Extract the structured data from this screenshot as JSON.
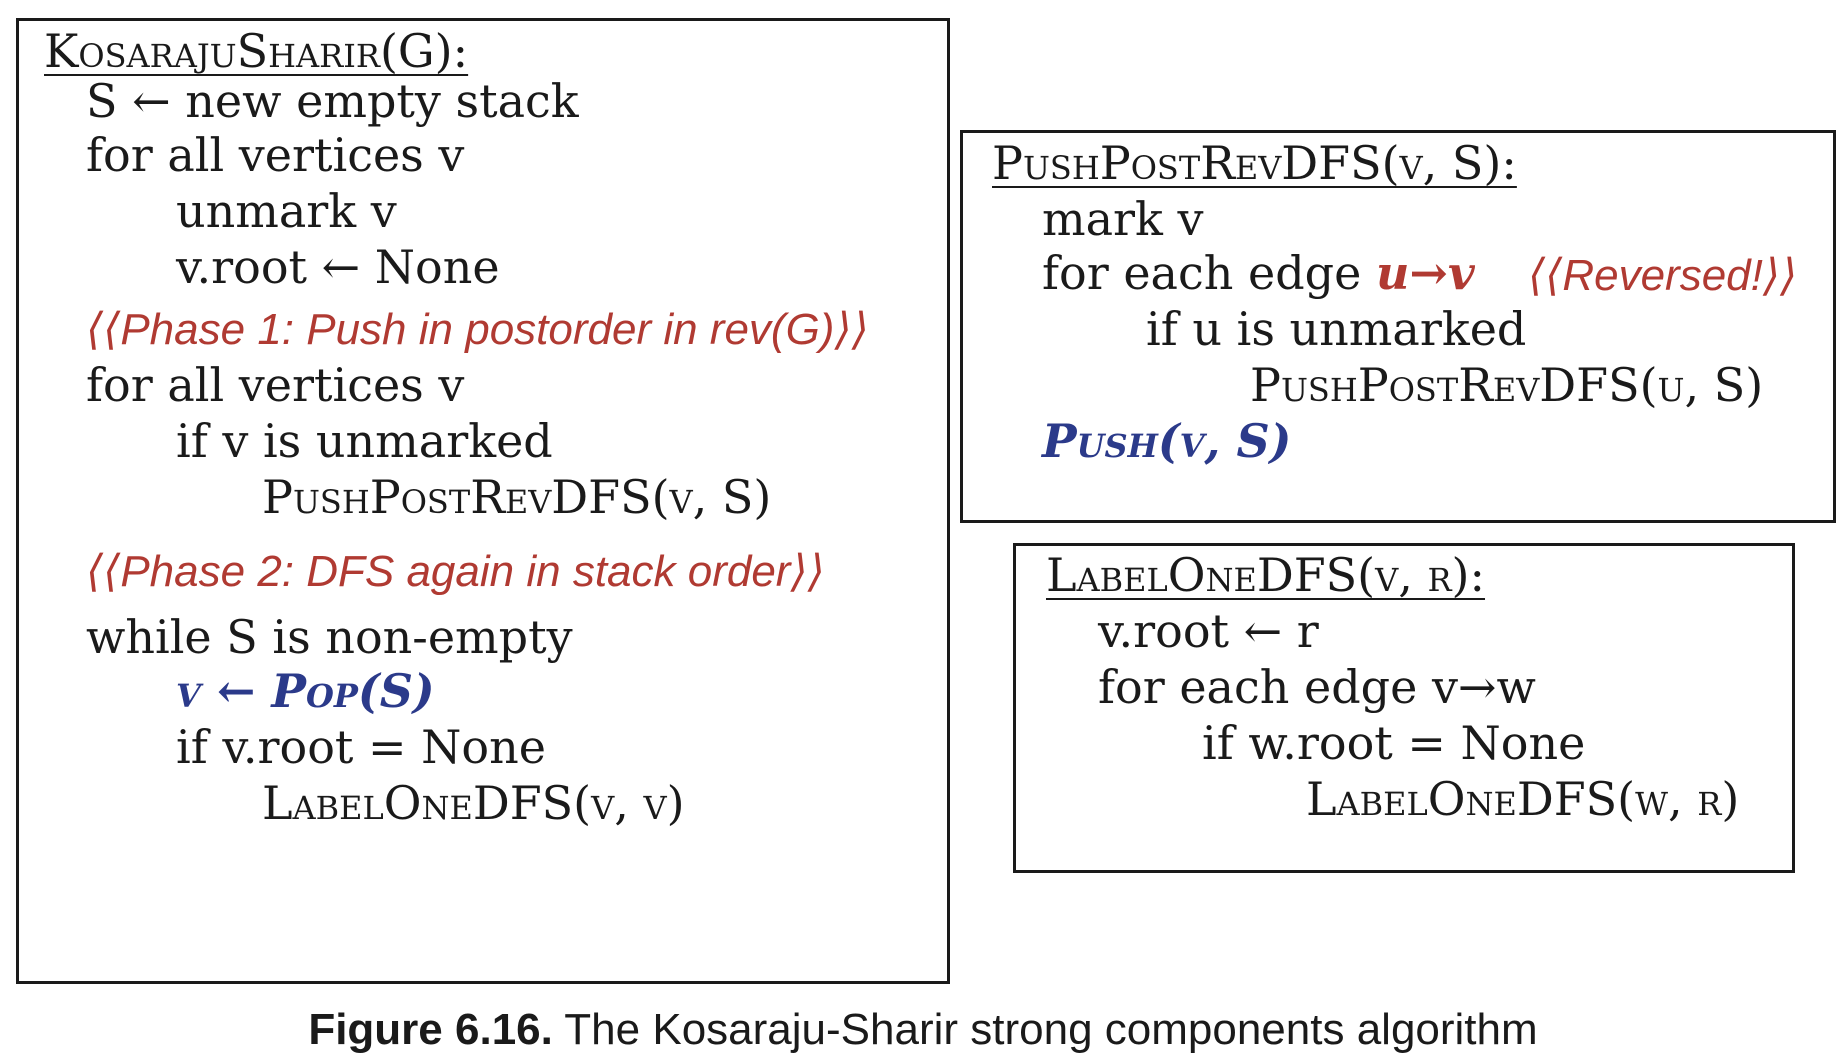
{
  "main": {
    "header": "KosarajuSharir(G):",
    "lines": [
      "S ← new empty stack",
      "for all vertices v",
      "unmark v",
      "v.root ← None",
      "⟨⟨Phase 1: Push in postorder in rev(G)⟩⟩",
      "for all vertices v",
      "if v is unmarked",
      "PushPostRevDFS(v, S)",
      "⟨⟨Phase 2: DFS again in stack order⟩⟩",
      "while S is non-empty",
      "v ← Pop(S)",
      "if v.root = None",
      "LabelOneDFS(v, v)"
    ]
  },
  "push": {
    "header": "PushPostRevDFS(v, S):",
    "lines": [
      "mark v",
      "for each edge",
      "u→v",
      "⟨⟨Reversed!⟩⟩",
      "if u is unmarked",
      "PushPostRevDFS(u, S)",
      "Push(v, S)"
    ]
  },
  "label": {
    "header": "LabelOneDFS(v, r):",
    "lines": [
      "v.root ← r",
      "for each edge v→w",
      "if w.root = None",
      "LabelOneDFS(w, r)"
    ]
  },
  "caption": {
    "label": "Figure 6.16.",
    "text": " The Kosaraju-Sharir strong components algorithm"
  },
  "colors": {
    "comment": "#b03a32",
    "highlight_blue": "#2b3a8a",
    "border": "#1a1a1a"
  }
}
